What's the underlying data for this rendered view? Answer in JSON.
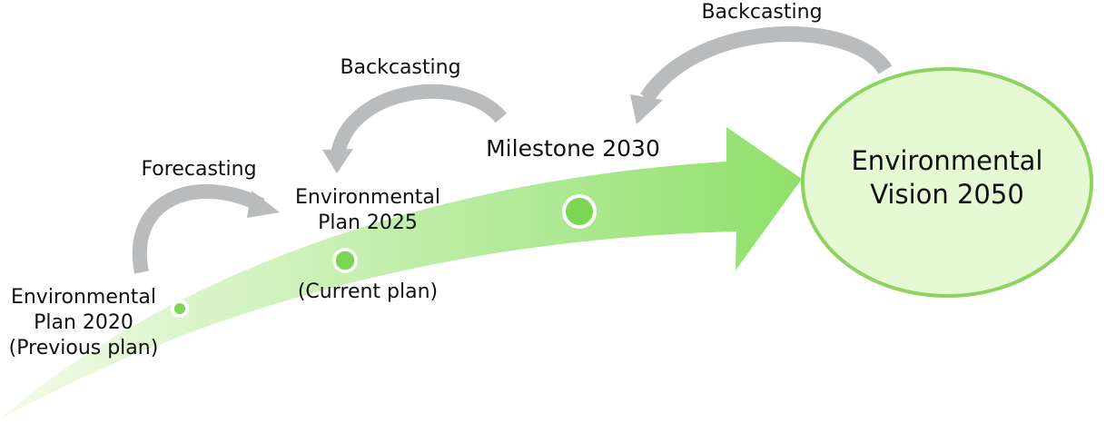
{
  "colors": {
    "arrow_light": "#f3fbe9",
    "arrow_dark": "#8fe06c",
    "vision_fill": "#e4f9d4",
    "vision_border": "#8cd35f",
    "dot_fill": "#7cd653",
    "connector_gray": "#b9bbbc"
  },
  "stages": {
    "plan2020": {
      "line1": "Environmental",
      "line2": "Plan 2020",
      "line3": "(Previous plan)"
    },
    "plan2025": {
      "line1": "Environmental",
      "line2": "Plan 2025",
      "note": "(Current plan)"
    },
    "milestone": {
      "label": "Milestone 2030"
    },
    "vision": {
      "line1": "Environmental",
      "line2": "Vision 2050"
    }
  },
  "connectors": {
    "forecasting": "Forecasting",
    "backcasting_left": "Backcasting",
    "backcasting_right": "Backcasting"
  }
}
